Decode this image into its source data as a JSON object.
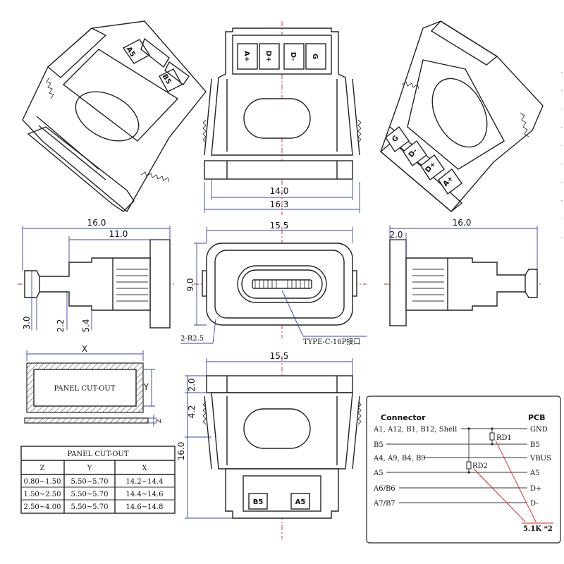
{
  "views": {
    "iso_left": {
      "pins": [
        "A5",
        "B5"
      ]
    },
    "top": {
      "pins": [
        "A+",
        "D+",
        "D-",
        "G"
      ],
      "dims": [
        "14.0",
        "16.3"
      ]
    },
    "iso_right": {
      "pins": [
        "G",
        "D-",
        "D+",
        "A+"
      ]
    },
    "side_left": {
      "dims": [
        "16.0",
        "11.0",
        "3.0",
        "2.2",
        "5.4"
      ]
    },
    "front": {
      "dims": [
        "15.5",
        "9.0"
      ],
      "radius_label": "2-R2.5",
      "part_label": "TYPE-C-16P接口"
    },
    "side_right": {
      "dims": [
        "2.0",
        "16.0"
      ]
    },
    "bottom": {
      "dims": [
        "15.5",
        "2.0",
        "4.2",
        "16.0"
      ],
      "pins": [
        "B5",
        "A5"
      ]
    }
  },
  "panel_cutout": {
    "label": "PANEL CUT-OUT",
    "dim_x": "X",
    "dim_y": "Y",
    "dim_z": "Z",
    "table": {
      "title": "PANEL CUT-OUT",
      "headers": [
        "Z",
        "Y",
        "X"
      ],
      "rows": [
        [
          "0.80~1.50",
          "5.50~5.70",
          "14.2~14.4"
        ],
        [
          "1.50~2.50",
          "5.50~5.70",
          "14.4~14.6"
        ],
        [
          "2.50~4.00",
          "5.50~5.70",
          "14.6~14.8"
        ]
      ]
    }
  },
  "schematic": {
    "left_title": "Connector",
    "right_title": "PCB",
    "left_labels": [
      "A1, A12, B1, B12, Shell",
      "B5",
      "A4, A9, B4, B9",
      "A5",
      "A6/B6",
      "A7/B7"
    ],
    "right_labels": [
      "GND",
      "B5",
      "VBUS",
      "A5",
      "D+",
      "D-"
    ],
    "resistors": [
      "RD1",
      "RD2"
    ],
    "note": "5.1K *2"
  },
  "side_marks": [
    "·",
    "·",
    "·",
    "·",
    "·",
    "·",
    "·",
    "·",
    "·",
    "·"
  ]
}
